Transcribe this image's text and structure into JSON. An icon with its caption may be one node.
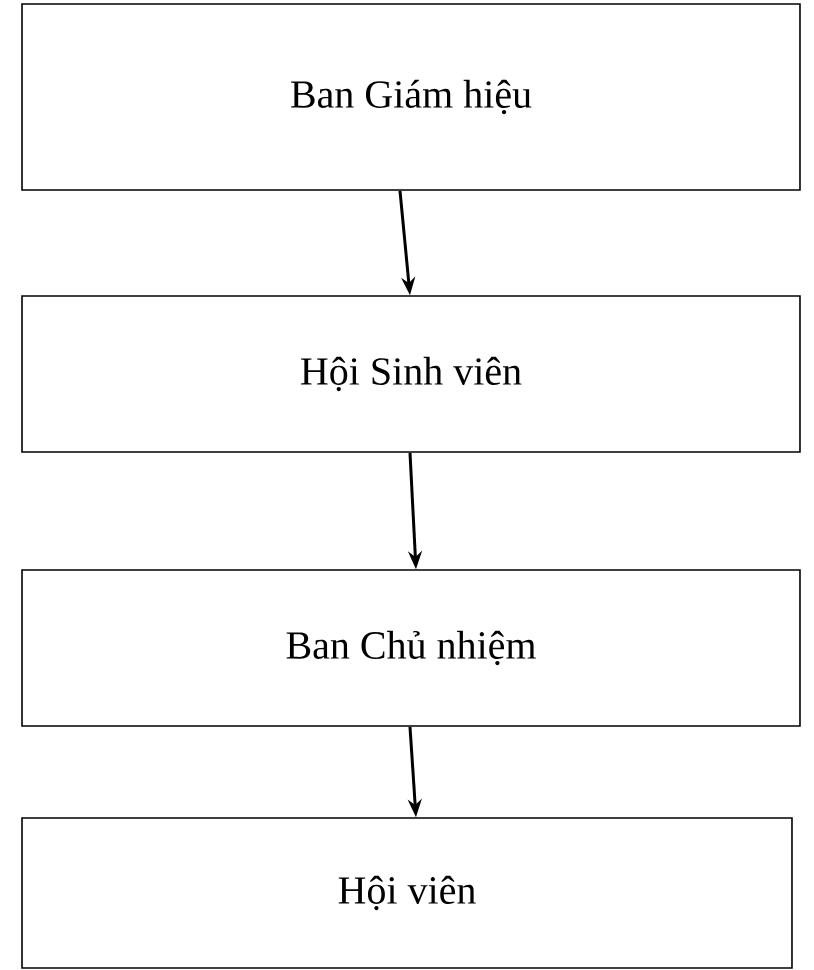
{
  "diagram": {
    "nodes": [
      {
        "text": [
          "Ban Giám hiệu"
        ]
      },
      {
        "text": [
          "Hội Sinh viên"
        ]
      },
      {
        "text": [
          "Ban Chủ nhiệm"
        ]
      },
      {
        "text": [
          "Hội viên"
        ]
      }
    ],
    "edges": [
      {
        "from": 0,
        "to": 1,
        "arrow": "to"
      },
      {
        "from": 1,
        "to": 2,
        "arrow": "to"
      },
      {
        "from": 2,
        "to": 3,
        "arrow": "to"
      }
    ]
  }
}
